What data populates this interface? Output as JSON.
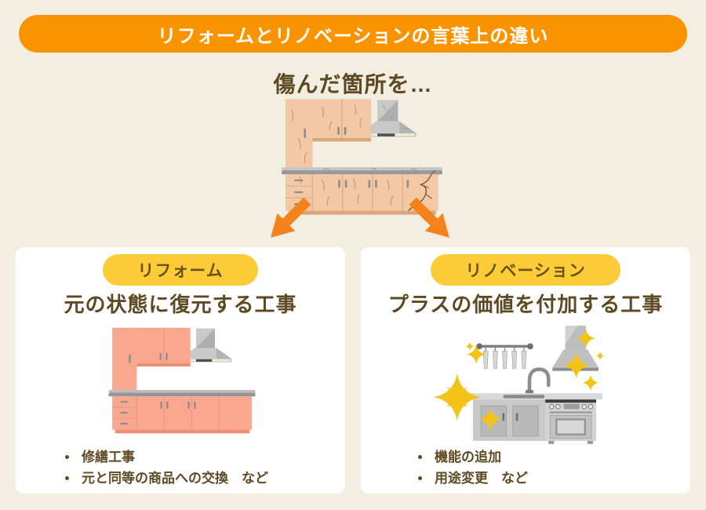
{
  "header": {
    "title": "リフォームとリノベーションの言葉上の違い"
  },
  "intro": {
    "label": "傷んだ箇所を…"
  },
  "cards": [
    {
      "badge": "リフォーム",
      "title": "元の状態に復元する工事",
      "bullets": [
        "修繕工事",
        "元と同等の商品への交換　など"
      ]
    },
    {
      "badge": "リノベーション",
      "title": "プラスの価値を付加する工事",
      "bullets": [
        "機能の追加",
        "用途変更　など"
      ]
    }
  ],
  "icons": {
    "arrow_left": "arrow-down-left",
    "arrow_right": "arrow-down-right",
    "center_illustration": "damaged-kitchen",
    "left_illustration": "restored-kitchen",
    "right_illustration": "renovated-kitchen-with-sparkles"
  },
  "colors": {
    "background": "#f2eee1",
    "banner_bg": "#f99400",
    "banner_text": "#ffffff",
    "card_bg": "#ffffff",
    "badge_bg": "#fbcc38",
    "badge_text": "#6a521c",
    "heading_text": "#5d4a22",
    "arrow_orange": "#f5831d",
    "sparkle_gold": "#f3c318"
  }
}
